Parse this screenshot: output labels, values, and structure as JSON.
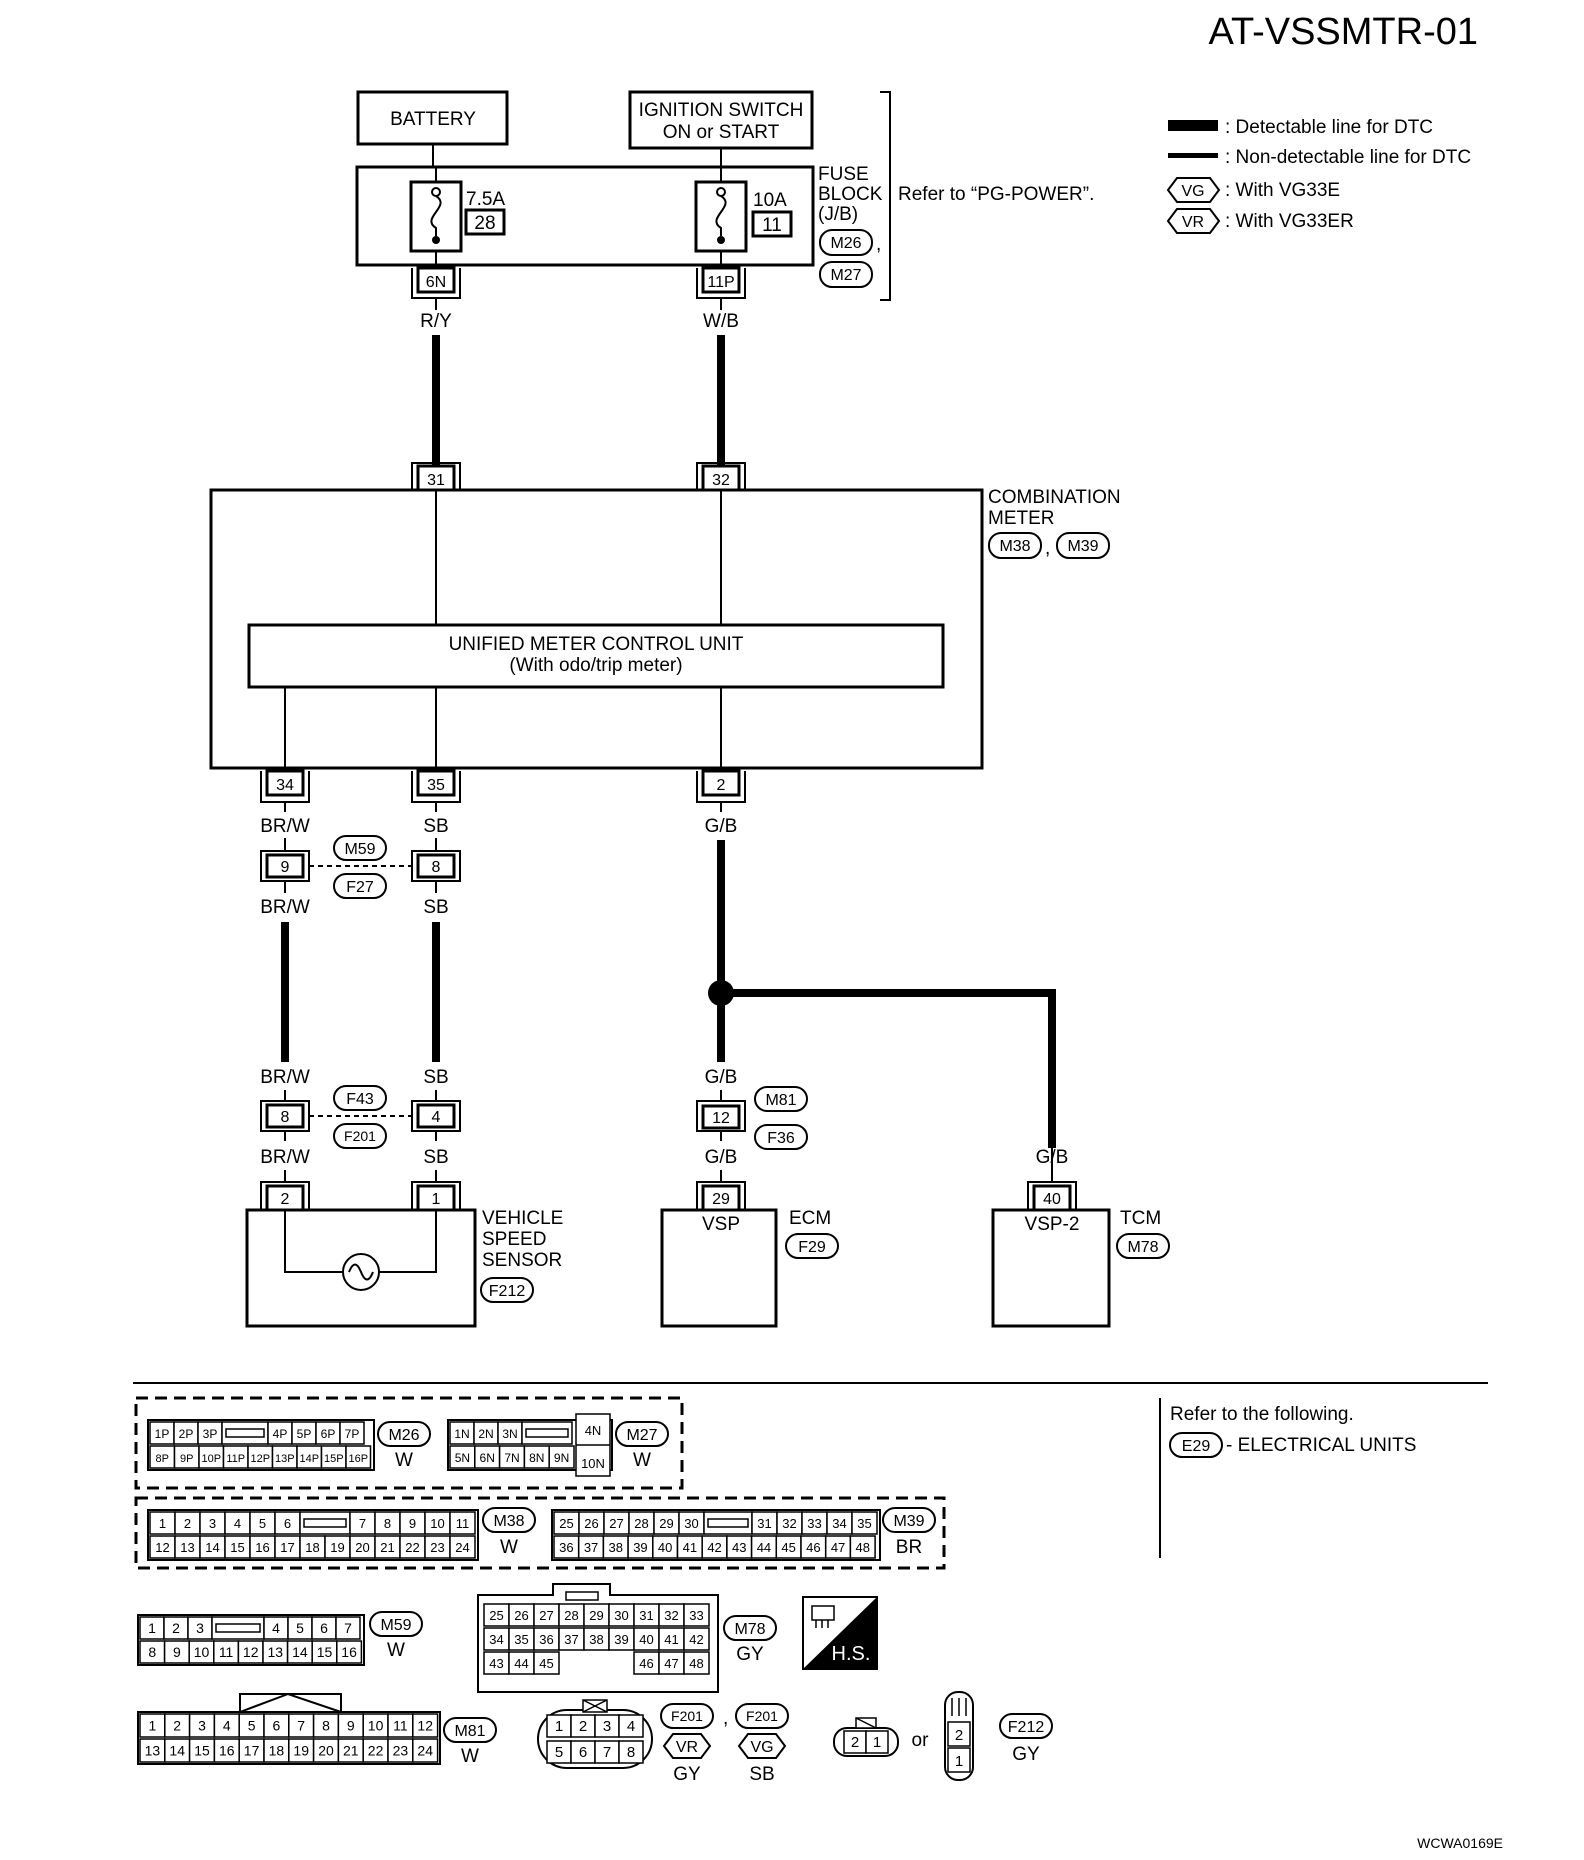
{
  "page_title": "AT-VSSMTR-01",
  "figure_code": "WCWA0169E",
  "legend": {
    "detectable": ": Detectable line for DTC",
    "non_detectable": ": Non-detectable line for DTC",
    "vg_code": "VG",
    "vg_text": ": With VG33E",
    "vr_code": "VR",
    "vr_text": ": With VG33ER"
  },
  "power": {
    "battery": "BATTERY",
    "ignition_line1": "IGNITION SWITCH",
    "ignition_line2": "ON or START",
    "fuse_left_rating": "7.5A",
    "fuse_left_number": "28",
    "fuse_right_rating": "10A",
    "fuse_right_number": "11",
    "fuse_block_line1": "FUSE",
    "fuse_block_line2": "BLOCK",
    "fuse_block_line3": "(J/B)",
    "fuse_block_conn1": "M26",
    "fuse_block_sep": ",",
    "fuse_block_conn2": "M27",
    "refer_power": "Refer to “PG-POWER”.",
    "term_left": "6N",
    "term_right": "11P",
    "wire_left": "R/Y",
    "wire_right": "W/B"
  },
  "combination_meter": {
    "label_line1": "COMBINATION",
    "label_line2": "METER",
    "conn1": "M38",
    "sep": ",",
    "conn2": "M39",
    "pin_in_left": "31",
    "pin_in_right": "32",
    "unit_line1": "UNIFIED METER CONTROL UNIT",
    "unit_line2": "(With odo/trip meter)",
    "pin_out_1": "34",
    "pin_out_2": "35",
    "pin_out_3": "2"
  },
  "wires": {
    "brw": "BR/W",
    "sb": "SB",
    "gb": "G/B"
  },
  "joints": {
    "j1_pin_left": "9",
    "j1_pin_right": "8",
    "j1_conn_top": "M59",
    "j1_conn_bottom": "F27",
    "j2_pin_left": "8",
    "j2_pin_right": "4",
    "j2_conn_top": "F43",
    "j2_conn_bottom": "F201",
    "j3_pin": "12",
    "j3_conn_top": "M81",
    "j3_conn_bottom": "F36"
  },
  "sensor": {
    "pin_left": "2",
    "pin_right": "1",
    "label_line1": "VEHICLE",
    "label_line2": "SPEED",
    "label_line3": "SENSOR",
    "conn": "F212"
  },
  "ecm": {
    "pin": "29",
    "inner": "VSP",
    "label": "ECM",
    "conn": "F29"
  },
  "tcm": {
    "pin": "40",
    "inner": "VSP-2",
    "label": "TCM",
    "conn": "M78"
  },
  "reference": {
    "line1": "Refer to the following.",
    "conn": "E29",
    "line2": "- ELECTRICAL UNITS"
  },
  "connectors": {
    "m26": {
      "id": "M26",
      "color": "W",
      "row1": [
        "1P",
        "2P",
        "3P",
        "",
        "4P",
        "5P",
        "6P",
        "7P"
      ],
      "row2": [
        "8P",
        "9P",
        "10P",
        "11P",
        "12P",
        "13P",
        "14P",
        "15P",
        "16P"
      ]
    },
    "m27": {
      "id": "M27",
      "color": "W",
      "row1": [
        "1N",
        "2N",
        "3N",
        ""
      ],
      "row2": [
        "5N",
        "6N",
        "7N",
        "8N",
        "9N"
      ],
      "tall_top": "4N",
      "tall_bottom": "10N"
    },
    "m38": {
      "id": "M38",
      "color": "W",
      "row1": [
        "1",
        "2",
        "3",
        "4",
        "5",
        "6",
        "",
        "7",
        "8",
        "9",
        "10",
        "11"
      ],
      "row2": [
        "12",
        "13",
        "14",
        "15",
        "16",
        "17",
        "18",
        "19",
        "20",
        "21",
        "22",
        "23",
        "24"
      ]
    },
    "m39": {
      "id": "M39",
      "color": "BR",
      "row1": [
        "25",
        "26",
        "27",
        "28",
        "29",
        "30",
        "",
        "31",
        "32",
        "33",
        "34",
        "35"
      ],
      "row2": [
        "36",
        "37",
        "38",
        "39",
        "40",
        "41",
        "42",
        "43",
        "44",
        "45",
        "46",
        "47",
        "48"
      ]
    },
    "m59": {
      "id": "M59",
      "color": "W",
      "row1": [
        "1",
        "2",
        "3",
        "",
        "4",
        "5",
        "6",
        "7"
      ],
      "row2": [
        "8",
        "9",
        "10",
        "11",
        "12",
        "13",
        "14",
        "15",
        "16"
      ]
    },
    "m78": {
      "id": "M78",
      "color": "GY",
      "row1": [
        "25",
        "26",
        "27",
        "28",
        "29",
        "30",
        "31",
        "32",
        "33"
      ],
      "row2": [
        "34",
        "35",
        "36",
        "37",
        "38",
        "39",
        "40",
        "41",
        "42"
      ],
      "row3": [
        "43",
        "44",
        "45",
        "",
        "",
        "",
        "46",
        "47",
        "48"
      ]
    },
    "m81": {
      "id": "M81",
      "color": "W",
      "row1": [
        "1",
        "2",
        "3",
        "4",
        "5",
        "6",
        "7",
        "8",
        "9",
        "10",
        "11",
        "12"
      ],
      "row2": [
        "13",
        "14",
        "15",
        "16",
        "17",
        "18",
        "19",
        "20",
        "21",
        "22",
        "23",
        "24"
      ]
    },
    "f201": {
      "id": "F201",
      "sep": ",",
      "vr": "VR",
      "vg": "VG",
      "color_vr": "GY",
      "color_vg": "SB",
      "row1": [
        "1",
        "2",
        "3",
        "4"
      ],
      "row2": [
        "5",
        "6",
        "7",
        "8"
      ]
    },
    "f212": {
      "id": "F212",
      "color": "GY",
      "or": "or",
      "horiz": [
        "2",
        "1"
      ],
      "vert": [
        "2",
        "1"
      ]
    },
    "hs_badge": "H.S."
  }
}
